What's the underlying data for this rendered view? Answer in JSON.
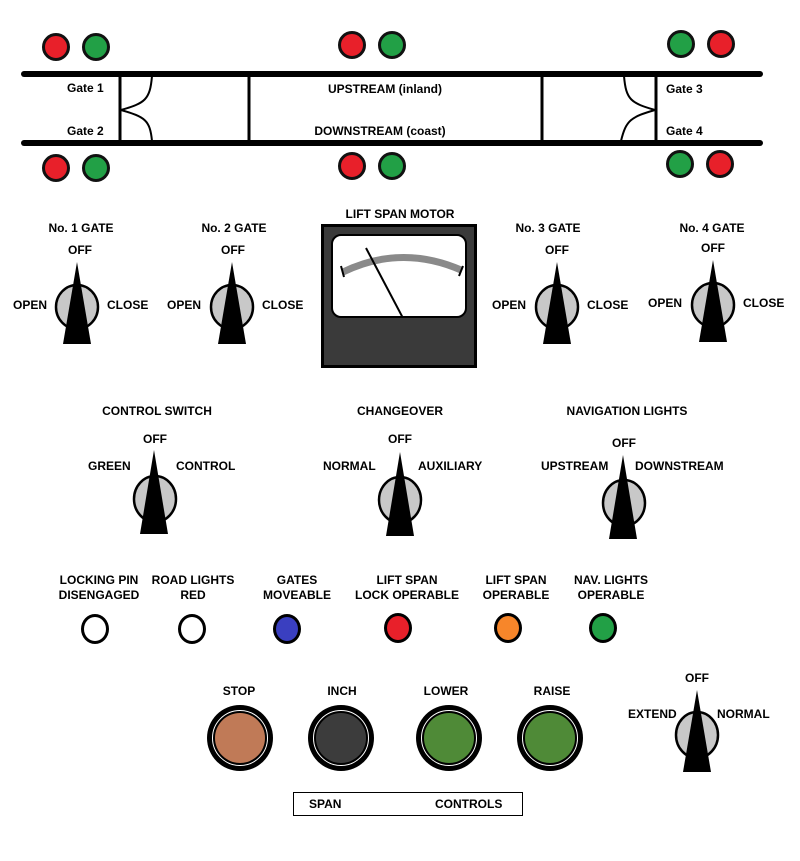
{
  "diagram": {
    "gate_labels": [
      "Gate 1",
      "Gate 2",
      "Gate 3",
      "Gate 4"
    ],
    "upstream_label": "UPSTREAM (inland)",
    "downstream_label": "DOWNSTREAM (coast)",
    "signal_lights": {
      "top_left": [
        "red",
        "green"
      ],
      "top_center": [
        "red",
        "green"
      ],
      "top_right": [
        "green",
        "red"
      ],
      "bottom_left": [
        "red",
        "green"
      ],
      "bottom_center": [
        "red",
        "green"
      ],
      "bottom_right": [
        "green",
        "red"
      ]
    }
  },
  "colors": {
    "red": "#e8202a",
    "green": "#22a046",
    "blue": "#3a3fc0",
    "orange": "#f7862a",
    "white": "#ffffff",
    "knob_gray": "#c8c8c8",
    "stop_brown": "#c07a57",
    "inch_dark": "#3c3c3c",
    "go_green": "#4f8a37",
    "meter_body": "#3a3a3a",
    "meter_arc": "#8a8a8a"
  },
  "gate_switches": [
    {
      "title": "No. 1 GATE",
      "off": "OFF",
      "left": "OPEN",
      "right": "CLOSE"
    },
    {
      "title": "No. 2 GATE",
      "off": "OFF",
      "left": "OPEN",
      "right": "CLOSE"
    },
    {
      "title": "No. 3 GATE",
      "off": "OFF",
      "left": "OPEN",
      "right": "CLOSE"
    },
    {
      "title": "No. 4 GATE",
      "off": "OFF",
      "left": "OPEN",
      "right": "CLOSE"
    }
  ],
  "meter": {
    "title": "LIFT SPAN MOTOR"
  },
  "selector_switches": [
    {
      "title": "CONTROL SWITCH",
      "off": "OFF",
      "left": "GREEN",
      "right": "CONTROL"
    },
    {
      "title": "CHANGEOVER",
      "off": "OFF",
      "left": "NORMAL",
      "right": "AUXILIARY"
    },
    {
      "title": "NAVIGATION LIGHTS",
      "off": "OFF",
      "left": "UPSTREAM",
      "right": "DOWNSTREAM"
    }
  ],
  "indicators": [
    {
      "line1": "LOCKING PIN",
      "line2": "DISENGAGED",
      "color": "white"
    },
    {
      "line1": "ROAD LIGHTS",
      "line2": "RED",
      "color": "white"
    },
    {
      "line1": "GATES",
      "line2": "MOVEABLE",
      "color": "blue"
    },
    {
      "line1": "LIFT SPAN",
      "line2": "LOCK OPERABLE",
      "color": "red"
    },
    {
      "line1": "LIFT SPAN",
      "line2": "OPERABLE",
      "color": "orange"
    },
    {
      "line1": "NAV. LIGHTS",
      "line2": "OPERABLE",
      "color": "green"
    }
  ],
  "push_buttons": [
    {
      "label": "STOP",
      "color": "stop_brown"
    },
    {
      "label": "INCH",
      "color": "inch_dark"
    },
    {
      "label": "LOWER",
      "color": "go_green"
    },
    {
      "label": "RAISE",
      "color": "go_green"
    }
  ],
  "extend_switch": {
    "off": "OFF",
    "left": "EXTEND",
    "right": "NORMAL"
  },
  "span_controls": {
    "left": "SPAN",
    "right": "CONTROLS"
  }
}
